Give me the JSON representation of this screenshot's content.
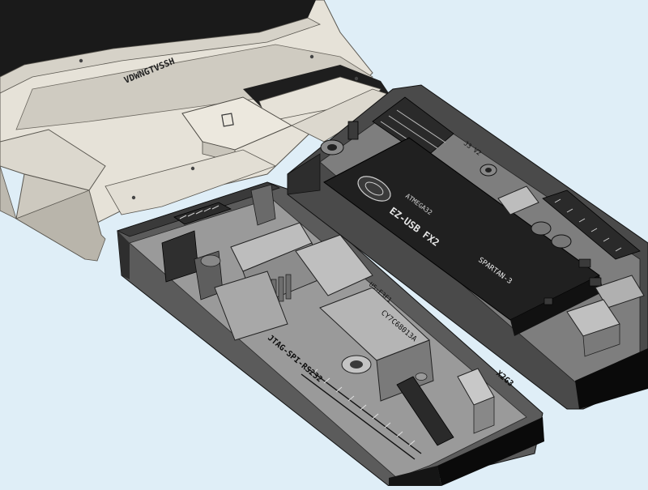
{
  "scene": {
    "background": "#dfeef7",
    "colors": {
      "chassis_light": "#e6e2d8",
      "chassis_shadow": "#c9c5bb",
      "enclosure_smoke": "#3d3d3d",
      "enclosure_dark": "#141414",
      "pcb_gray": "#8a8a8a",
      "edge_black": "#0a0a0a"
    }
  },
  "labels": {
    "chassis_engraving": "VDWNGTVSSH",
    "chip_main": "EZ-USB FX2",
    "chip_main_sub": "CY7C68013A",
    "chip_right": "ATMEGA32",
    "chip_right_sub": "SPARTAN-3",
    "left_board_silk": "JTAG-SPI-RS232",
    "left_board_code": "X2G3",
    "left_board_ref": "U5-E3F1",
    "right_board_ref": "J3 V2"
  }
}
